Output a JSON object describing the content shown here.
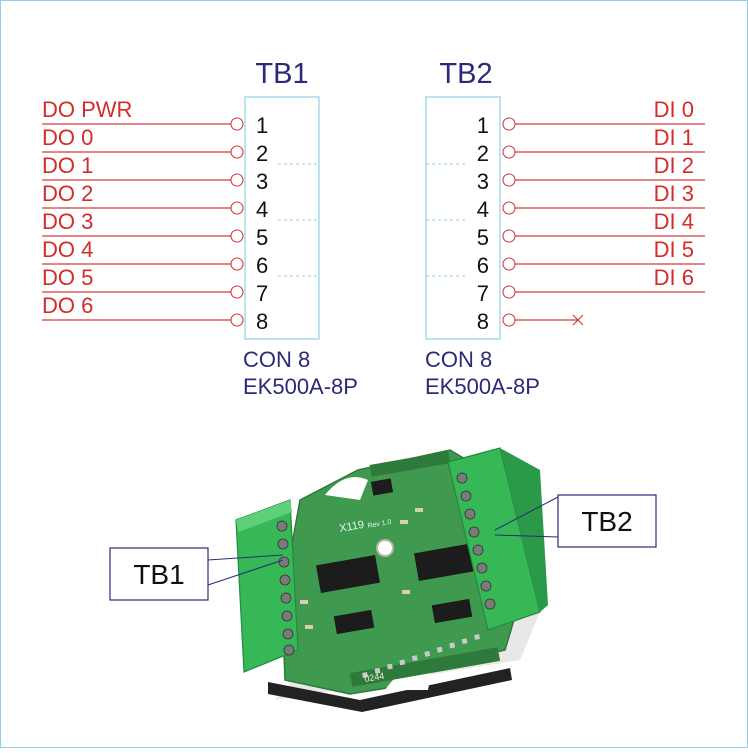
{
  "tb1": {
    "title": "TB1",
    "pins": [
      "1",
      "2",
      "3",
      "4",
      "5",
      "6",
      "7",
      "8"
    ],
    "signals": [
      "DO PWR",
      "DO 0",
      "DO 1",
      "DO 2",
      "DO 3",
      "DO 4",
      "DO 5",
      "DO 6"
    ],
    "connector": "CON 8",
    "part": "EK500A-8P"
  },
  "tb2": {
    "title": "TB2",
    "pins": [
      "1",
      "2",
      "3",
      "4",
      "5",
      "6",
      "7",
      "8"
    ],
    "signals": [
      "DI 0",
      "DI 1",
      "DI 2",
      "DI 3",
      "DI 4",
      "DI 5",
      "DI 6"
    ],
    "connector": "CON 8",
    "part": "EK500A-8P"
  },
  "board": {
    "label_tb1": "TB1",
    "label_tb2": "TB2",
    "silk_model": "X119",
    "silk_rev": "Rev 1.0",
    "silk_code": "0244"
  },
  "colors": {
    "frame": "#8fd0e8",
    "wire": "#d43a3a",
    "title": "#2b2a7a",
    "pcb": "#3f9a4f",
    "terminal": "#36b857"
  }
}
